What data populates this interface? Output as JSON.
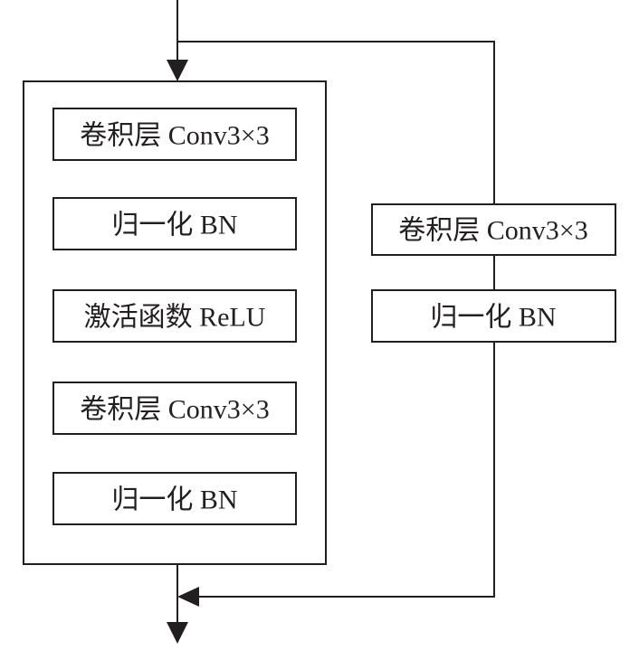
{
  "colors": {
    "line": "#231f20",
    "background": "#ffffff"
  },
  "main_path": {
    "boxes": [
      {
        "label": "卷积层 Conv3×3"
      },
      {
        "label": "归一化 BN"
      },
      {
        "label": "激活函数 ReLU"
      },
      {
        "label": "卷积层 Conv3×3"
      },
      {
        "label": "归一化 BN"
      }
    ]
  },
  "shortcut_path": {
    "boxes": [
      {
        "label": "卷积层 Conv3×3"
      },
      {
        "label": "归一化 BN"
      }
    ]
  }
}
